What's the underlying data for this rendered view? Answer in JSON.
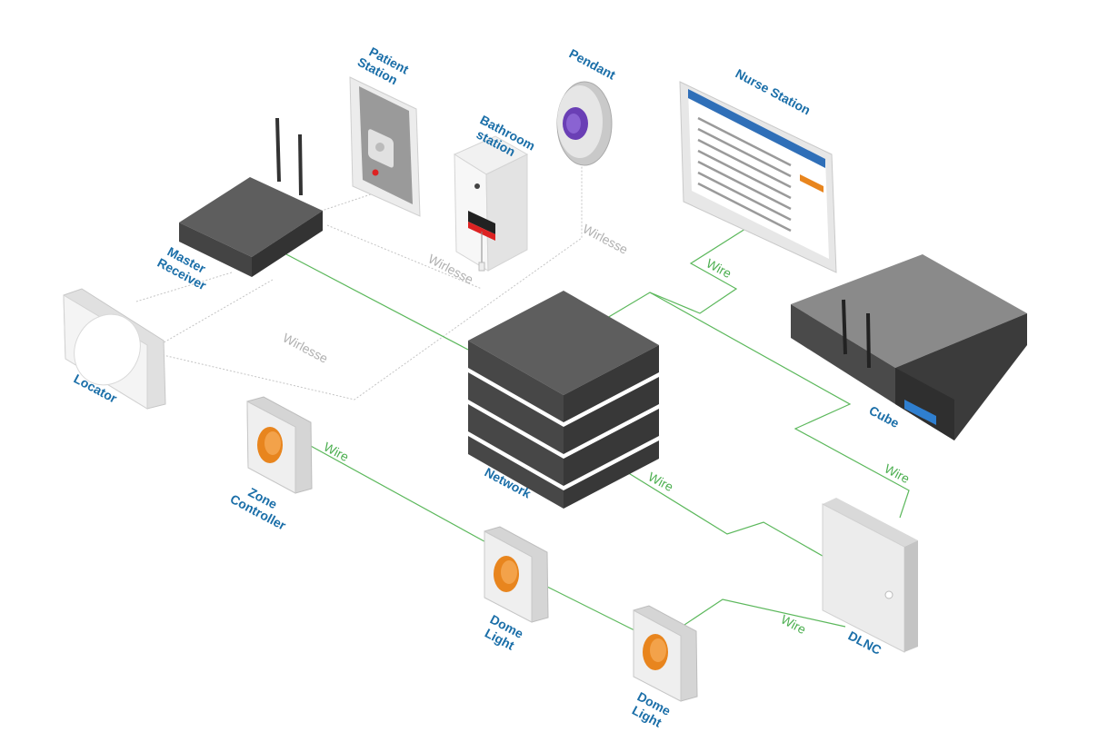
{
  "colors": {
    "label": "#1a6ea8",
    "wire": "#4caf50",
    "wireless": "#b0b0b0",
    "server_top": "#5c5c5c",
    "server_side": "#3e3e3e",
    "orange": "#e8851e",
    "purple": "#6a3fb5",
    "screen_header": "#2f6fb8"
  },
  "labels": {
    "patient_station": [
      "Patient",
      "Station"
    ],
    "pendant": "Pendant",
    "nurse_station": "Nurse Station",
    "bathroom_station": [
      "Bathroom",
      "station"
    ],
    "master_receiver": [
      "Master",
      "Receiver"
    ],
    "locator": "Locator",
    "network": "Network",
    "cube": "Cube",
    "zone_controller": [
      "Zone",
      "Controller"
    ],
    "dome_light_1": [
      "Dome",
      "Light"
    ],
    "dome_light_2": [
      "Dome",
      "Light"
    ],
    "dlnc": "DLNC"
  },
  "connections": {
    "wire": "Wire",
    "wireless": "Wirlesse"
  }
}
